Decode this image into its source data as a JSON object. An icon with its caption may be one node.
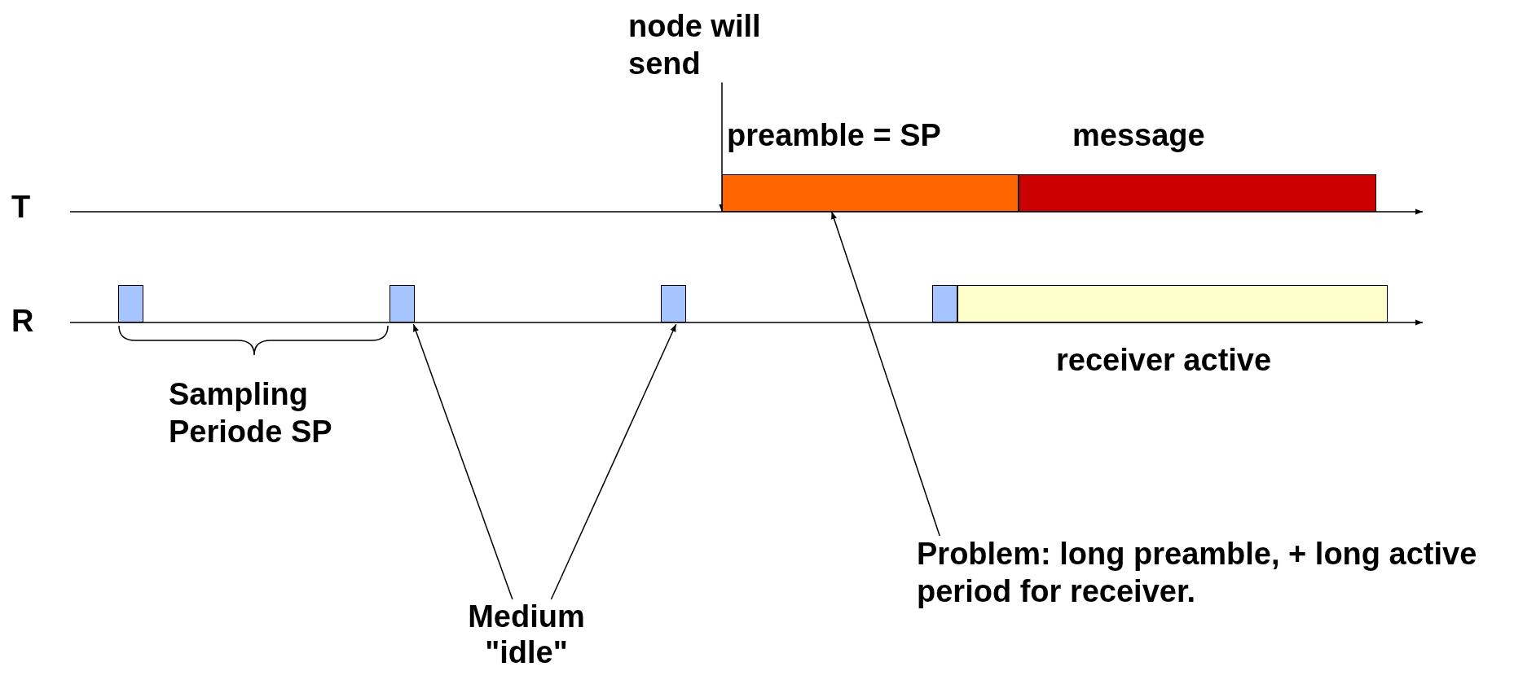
{
  "diagram": {
    "nodes": [
      {
        "text": [
          "node will send"
        ]
      },
      {
        "text": [
          "preamble = SP"
        ]
      },
      {
        "text": [
          "message"
        ]
      },
      {
        "text": [],
        "shape": "box"
      },
      {
        "text": [],
        "shape": "box"
      },
      {
        "text": [],
        "shape": "box"
      },
      {
        "text": [],
        "shape": "box"
      },
      {
        "text": [
          "receiver active"
        ]
      },
      {
        "text": [
          "Medium \"idle\""
        ]
      },
      {
        "text": [
          "Problem: long preamble, + long active period for receiver."
        ]
      }
    ],
    "edges": [
      {
        "from": 0,
        "to": 1,
        "arrow": "to"
      },
      {
        "from": 8,
        "to": 4,
        "arrow": "to"
      },
      {
        "from": 8,
        "to": 5,
        "arrow": "to"
      },
      {
        "from": 9,
        "to": 1,
        "arrow": "to"
      }
    ],
    "labels": [
      "T",
      "R",
      "Sampling Periode SP"
    ]
  }
}
